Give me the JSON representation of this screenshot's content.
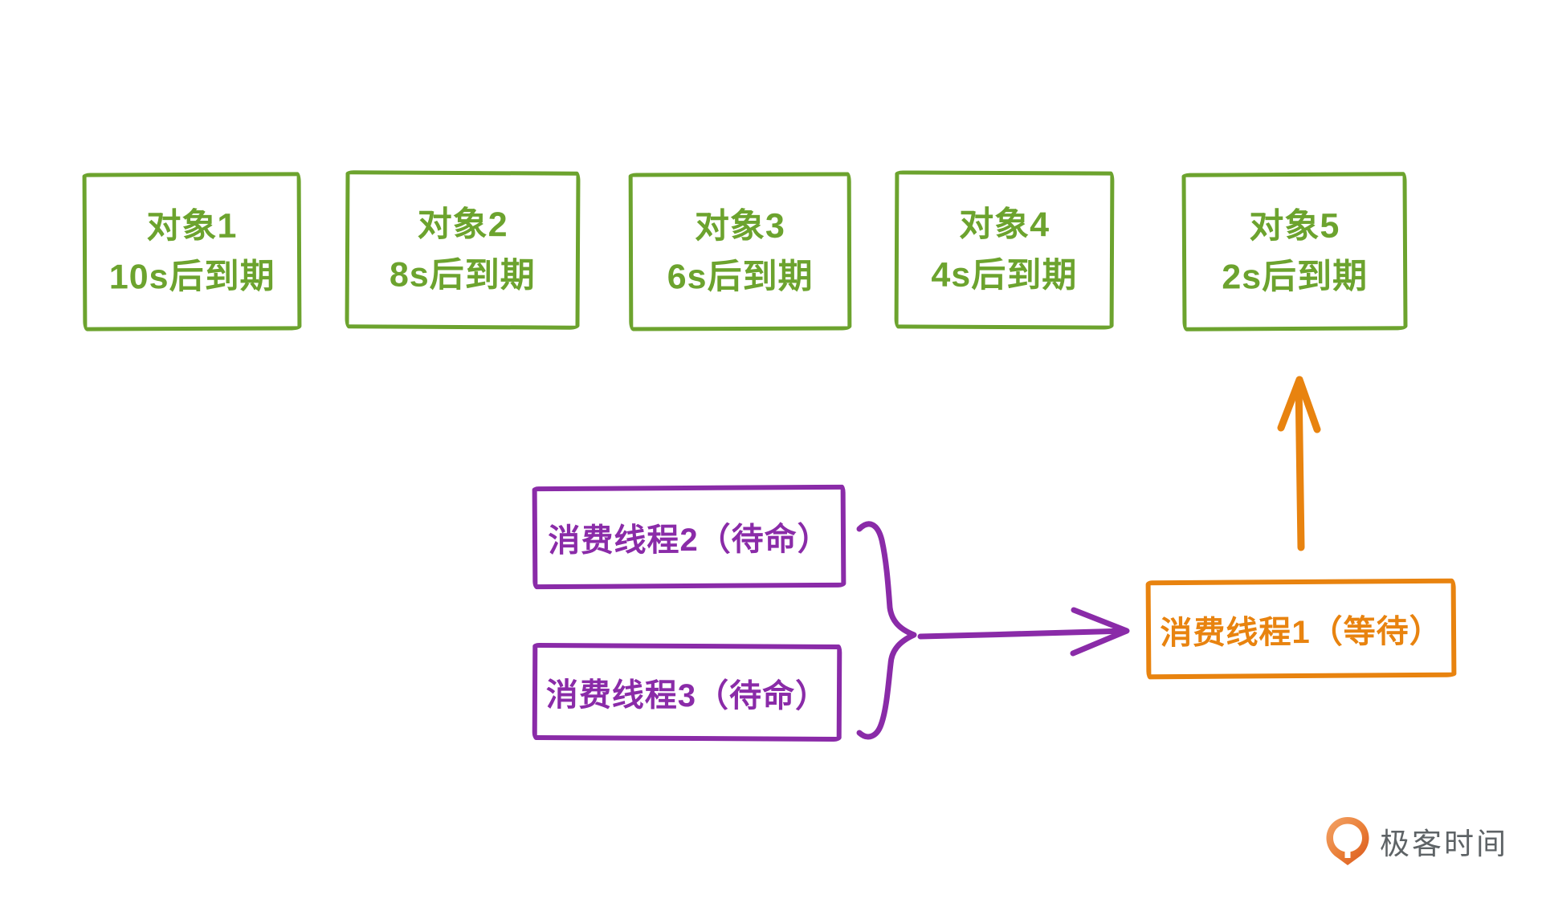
{
  "palette": {
    "object_green": "#6CA32E",
    "standby_purple": "#8A2BA8",
    "waiting_orange": "#E8830F",
    "logo_gray": "#5E6366",
    "background": "#ffffff"
  },
  "expiring_objects": [
    {
      "name": "对象1",
      "expiry": "10s后到期"
    },
    {
      "name": "对象2",
      "expiry": "8s后到期"
    },
    {
      "name": "对象3",
      "expiry": "6s后到期"
    },
    {
      "name": "对象4",
      "expiry": "4s后到期"
    },
    {
      "name": "对象5",
      "expiry": "2s后到期"
    }
  ],
  "standby_threads": [
    {
      "label": "消费线程2（待命）"
    },
    {
      "label": "消费线程3（待命）"
    }
  ],
  "waiting_thread": {
    "label": "消费线程1（等待）"
  },
  "connectors": {
    "brace": "standby-threads-group-brace",
    "arrow_right": "standby-group-to-waiting-thread",
    "arrow_up": "waiting-thread-to-object5"
  },
  "logo": {
    "text": "极客时间"
  }
}
